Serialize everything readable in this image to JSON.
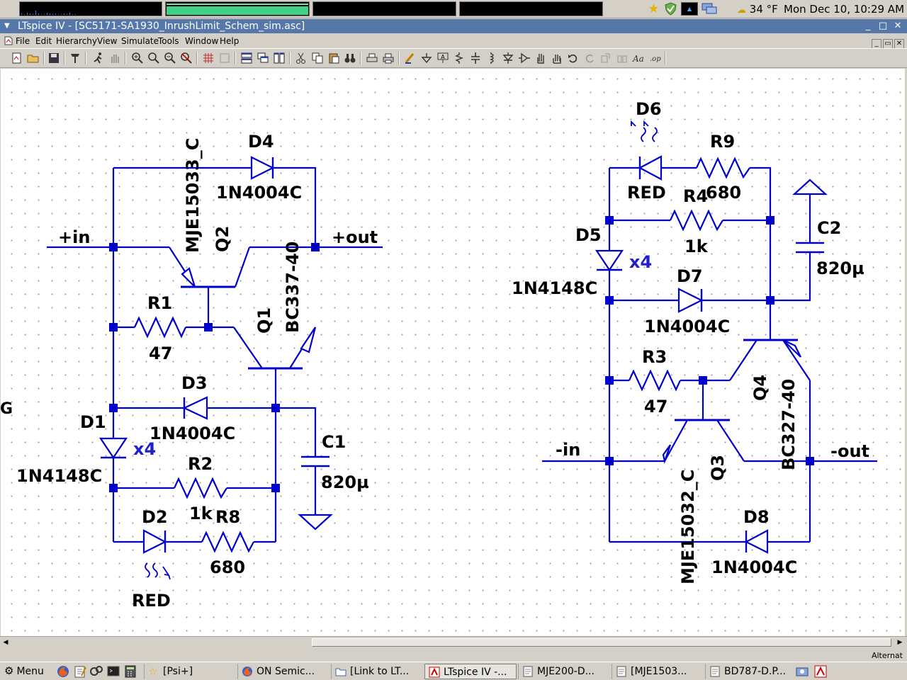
{
  "system_panel": {
    "weather": "34 °F",
    "clock": "Mon Dec 10, 10:29 AM"
  },
  "window": {
    "title": "LTspice IV - [SC5171-SA1930_InrushLimit_Schem_sim.asc]",
    "minimize": "_",
    "maximize": "□",
    "close": "✕"
  },
  "menu": {
    "items": [
      "File",
      "Edit",
      "Hierarchy",
      "View",
      "Simulate",
      "Tools",
      "Window",
      "Help"
    ]
  },
  "schematic": {
    "wire_color": "#0000cc",
    "labels": {
      "plus_in": "+in",
      "plus_out": "+out",
      "minus_in": "-in",
      "minus_out": "-out",
      "q2_name": "Q2",
      "q2_value": "MJE15033_C",
      "q1_name": "Q1",
      "q1_value": "BC337-40",
      "q3_name": "Q3",
      "q3_value": "MJE15032_C",
      "q4_name": "Q4",
      "q4_value": "BC327-40",
      "d4_name": "D4",
      "d4_value": "1N4004C",
      "d3_name": "D3",
      "d3_value": "1N4004C",
      "d7_name": "D7",
      "d7_value": "1N4004C",
      "d8_name": "D8",
      "d8_value": "1N4004C",
      "d1_name": "D1",
      "d1_value": "1N4148C",
      "d1_mult": "x4",
      "d5_name": "D5",
      "d5_value": "1N4148C",
      "d5_mult": "x4",
      "d2_name": "D2",
      "d2_value": "RED",
      "d6_name": "D6",
      "d6_value": "RED",
      "r1_name": "R1",
      "r1_value": "47",
      "r3_name": "R3",
      "r3_value": "47",
      "r2_name": "R2",
      "r2_value": "1k",
      "r4_name": "R4",
      "r4_value": "1k",
      "r8_name": "R8",
      "r8_value": "680",
      "r9_name": "R9",
      "r9_value": "680",
      "c1_name": "C1",
      "c1_value": "820µ",
      "c2_name": "C2",
      "c2_value": "820µ",
      "cut_label": "G"
    }
  },
  "statusbar": {
    "text": "Alternat"
  },
  "taskbar": {
    "menu_label": "Menu",
    "tasks": [
      "[Psi+]",
      "ON Semic...",
      "[Link to LT...",
      "LTspice IV -...",
      "MJE200-D...",
      "[MJE1503...",
      "BD787-D.P..."
    ]
  }
}
